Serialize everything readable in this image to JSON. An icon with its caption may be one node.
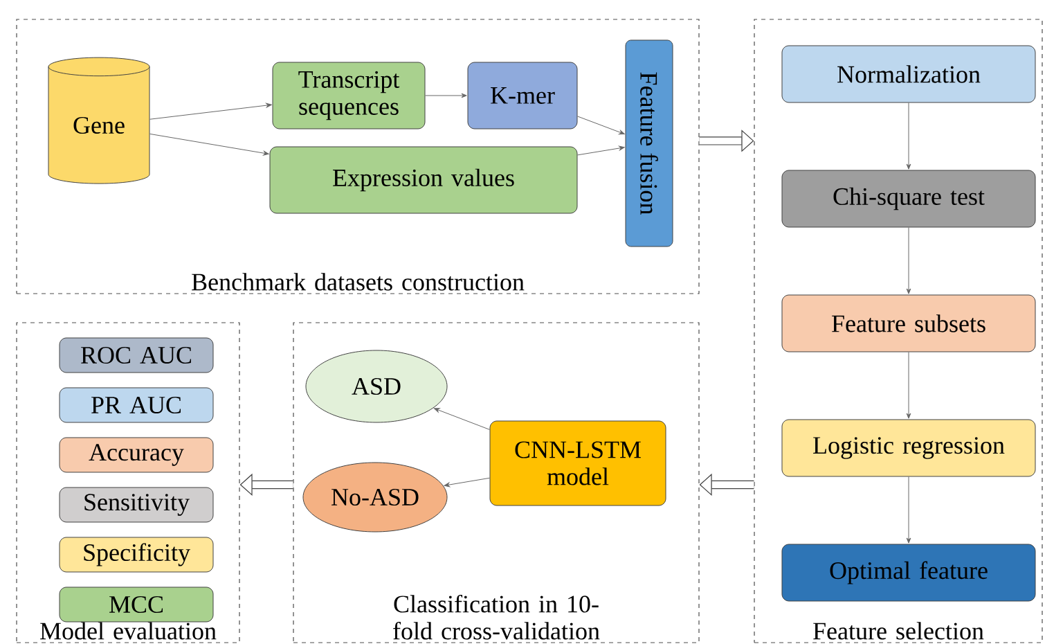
{
  "diagram": {
    "nodes": [
      {
        "text": [
          "Benchmark datasets construction"
        ]
      },
      {
        "text": [
          "Gene"
        ],
        "in": 0
      },
      {
        "text": [
          "Transcript sequences"
        ],
        "in": 0
      },
      {
        "text": [
          "K-mer"
        ],
        "in": 0
      },
      {
        "text": [
          "Expression values"
        ],
        "in": 0
      },
      {
        "text": [
          "Feature fusion"
        ],
        "in": 0
      },
      {
        "text": [
          "Feature selection"
        ]
      },
      {
        "text": [
          "Normalization"
        ],
        "in": 6
      },
      {
        "text": [
          "Chi-square test"
        ],
        "in": 6
      },
      {
        "text": [
          "Feature subsets"
        ],
        "in": 6
      },
      {
        "text": [
          "Logistic regression"
        ],
        "in": 6
      },
      {
        "text": [
          "Optimal feature"
        ],
        "in": 6
      },
      {
        "text": [
          "Classification in 10-fold cross-validation"
        ]
      },
      {
        "text": [
          "ASD"
        ],
        "in": 12
      },
      {
        "text": [
          "No-ASD"
        ],
        "in": 12
      },
      {
        "text": [
          "CNN-LSTM model"
        ],
        "in": 12
      },
      {
        "text": [
          "Model evaluation"
        ]
      },
      {
        "text": [
          "ROC AUC"
        ],
        "in": 16
      },
      {
        "text": [
          "PR AUC"
        ],
        "in": 16
      },
      {
        "text": [
          "Accuracy"
        ],
        "in": 16
      },
      {
        "text": [
          "Sensitivity"
        ],
        "in": 16
      },
      {
        "text": [
          "Specificity"
        ],
        "in": 16
      },
      {
        "text": [
          "MCC"
        ],
        "in": 16
      }
    ],
    "edges": [
      {
        "from": 1,
        "to": 2,
        "arrow": "to"
      },
      {
        "from": 1,
        "to": 4,
        "arrow": "to"
      },
      {
        "from": 2,
        "to": 3,
        "arrow": "to"
      },
      {
        "from": 3,
        "to": 5,
        "arrow": "to"
      },
      {
        "from": 4,
        "to": 5,
        "arrow": "to"
      },
      {
        "from": 0,
        "to": 6,
        "arrow": "to",
        "style": "thick"
      },
      {
        "from": 7,
        "to": 8,
        "arrow": "to"
      },
      {
        "from": 8,
        "to": 9,
        "arrow": "to"
      },
      {
        "from": 9,
        "to": 10,
        "arrow": "to"
      },
      {
        "from": 10,
        "to": 11,
        "arrow": "to"
      },
      {
        "from": 6,
        "to": 12,
        "arrow": "to",
        "style": "thick"
      },
      {
        "from": 15,
        "to": 13,
        "arrow": "to"
      },
      {
        "from": 15,
        "to": 14,
        "arrow": "to"
      },
      {
        "from": 12,
        "to": 16,
        "arrow": "to",
        "style": "thick"
      }
    ]
  }
}
